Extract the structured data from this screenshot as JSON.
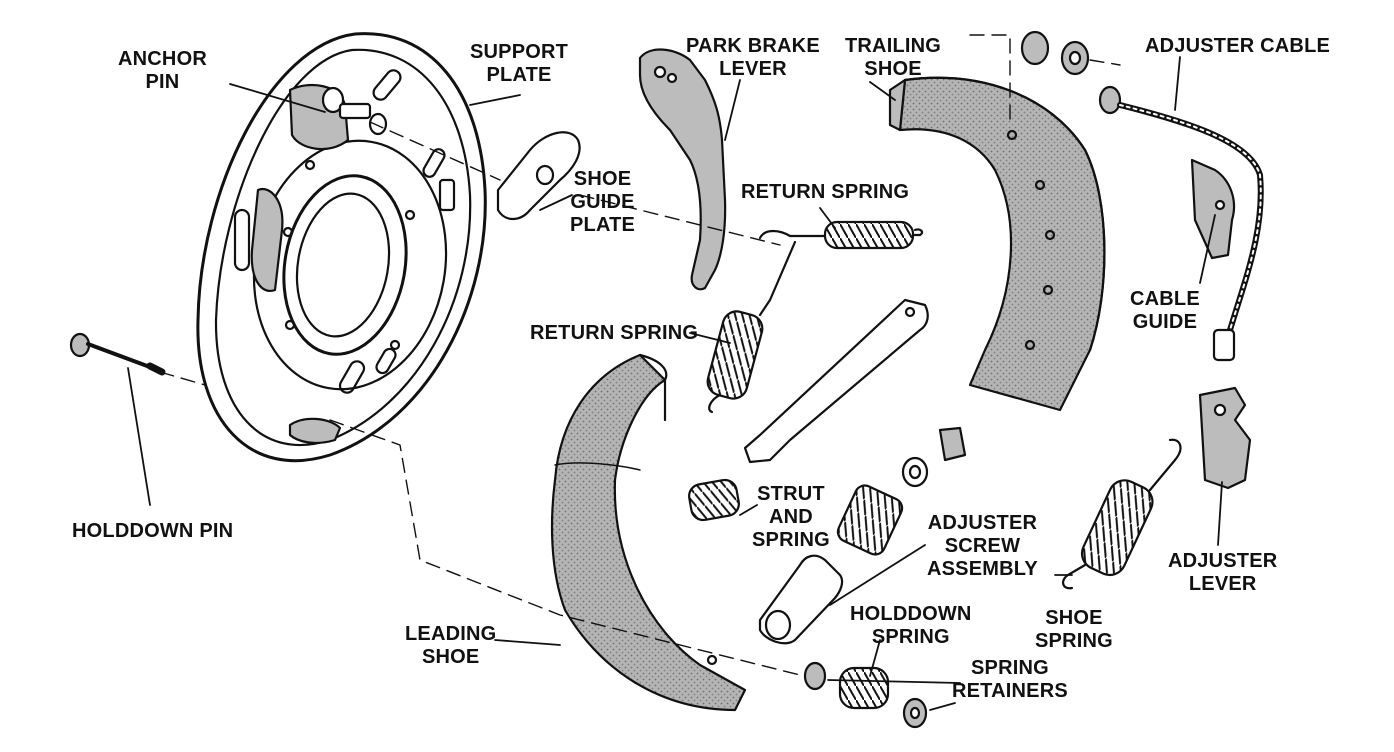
{
  "diagram": {
    "colors": {
      "ink": "#111111",
      "lining": "#a8a8a8",
      "dots": "#7a7a7a",
      "paper": "#ffffff"
    },
    "labels": {
      "anchor_pin": [
        "ANCHOR",
        "PIN"
      ],
      "support_plate": [
        "SUPPORT",
        "PLATE"
      ],
      "park_brake_lever": [
        "PARK BRAKE",
        "LEVER"
      ],
      "trailing_shoe": [
        "TRAILING",
        "SHOE"
      ],
      "adjuster_cable": [
        "ADJUSTER CABLE"
      ],
      "shoe_guide_plate": [
        "SHOE",
        "GUIDE",
        "PLATE"
      ],
      "return_spring_upper": [
        "RETURN SPRING"
      ],
      "return_spring_lower": [
        "RETURN SPRING"
      ],
      "cable_guide": [
        "CABLE",
        "GUIDE"
      ],
      "holddown_pin": [
        "HOLDDOWN PIN"
      ],
      "strut_and_spring": [
        "STRUT",
        "AND",
        "SPRING"
      ],
      "adjuster_screw_assembly": [
        "ADJUSTER",
        "SCREW",
        "ASSEMBLY"
      ],
      "adjuster_lever": [
        "ADJUSTER",
        "LEVER"
      ],
      "shoe_spring": [
        "SHOE",
        "SPRING"
      ],
      "holddown_spring": [
        "HOLDDOWN",
        "SPRING"
      ],
      "spring_retainers": [
        "SPRING",
        "RETAINERS"
      ],
      "leading_shoe": [
        "LEADING",
        "SHOE"
      ]
    }
  }
}
